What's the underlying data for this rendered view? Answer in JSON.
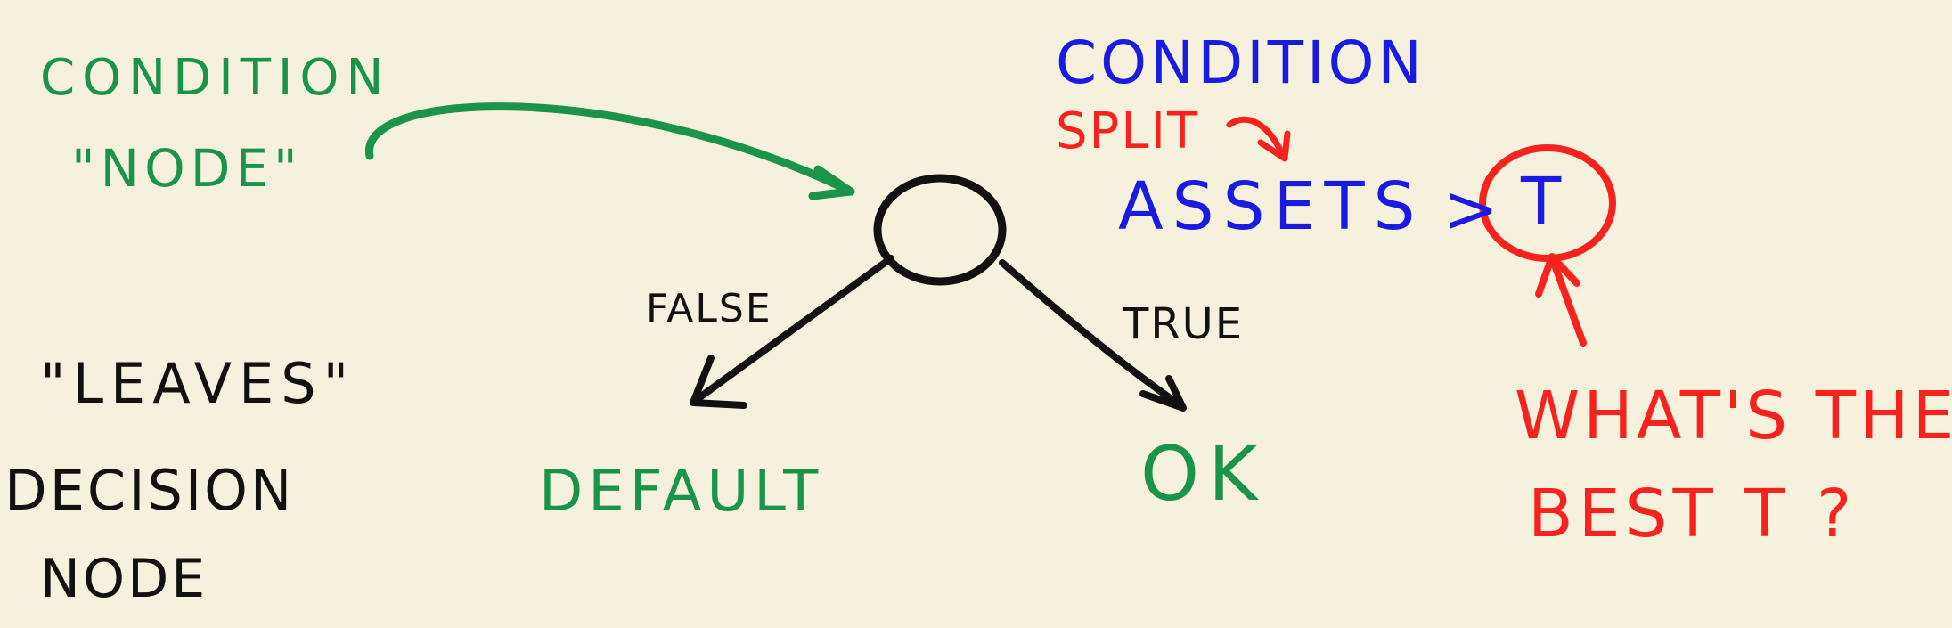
{
  "colors": {
    "background": "#f5f1dc",
    "green": "#1a9448",
    "blue": "#1a1ae0",
    "red": "#f5221e",
    "black": "#111111"
  },
  "labels": {
    "condition_node_line1": "CONDITION",
    "condition_node_line2": "\"NODE\"",
    "leaves": "\"LEAVES\"",
    "decision_line1": "DECISION",
    "decision_line2": "NODE",
    "false_label": "FALSE",
    "true_label": "TRUE",
    "default_leaf": "DEFAULT",
    "ok_leaf": "OK",
    "condition_title": "CONDITION",
    "split": "SPLIT",
    "assets": "ASSETS",
    "gt": ">",
    "threshold": "T",
    "question_line1": "WHAT'S THE",
    "question_line2": "BEST T ?"
  }
}
